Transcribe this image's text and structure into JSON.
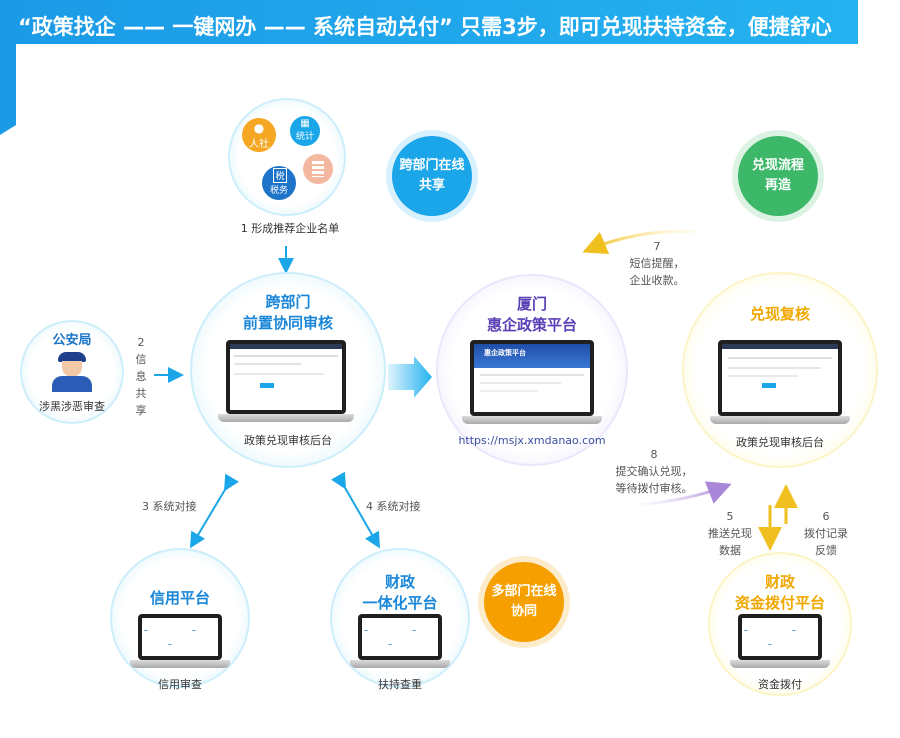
{
  "banner": {
    "title": "“政策找企 —— 一键网办 —— 系统自动兑付” 只需3步，即可兑现扶持资金，便捷舒心"
  },
  "badges": {
    "cross_dept": [
      "跨部门在线",
      "共享"
    ],
    "reengineer": [
      "兑现流程",
      "再造"
    ],
    "multi_dept": [
      "多部门在线",
      "协同"
    ]
  },
  "agencies": {
    "renshe": "人社",
    "tongji": "统计",
    "shuiwu": "税务",
    "shui_glyph": "税"
  },
  "nodes": {
    "police": {
      "title": "公安局",
      "caption": "涉黑涉恶审查"
    },
    "center": {
      "title": [
        "跨部门",
        "前置协同审核"
      ],
      "caption": "政策兑现审核后台"
    },
    "platform": {
      "title": [
        "厦门",
        "惠企政策平台"
      ],
      "url": "https://msjx.xmdanao.com",
      "screen_logo": "惠企政策平台"
    },
    "review": {
      "title": "兑现复核",
      "caption": "政策兑现审核后台"
    },
    "credit": {
      "title": "信用平台",
      "caption": "信用审查"
    },
    "finance": {
      "title": [
        "财政",
        "一体化平台"
      ],
      "caption": "扶持查重"
    },
    "payment": {
      "title": [
        "财政",
        "资金拨付平台"
      ],
      "caption": "资金拨付"
    }
  },
  "steps": {
    "s1": "1  形成推荐企业名单",
    "s2": {
      "num": "2",
      "text": [
        "信",
        "息",
        "共",
        "享"
      ]
    },
    "s3": "3  系统对接",
    "s4": "4  系统对接",
    "s5": {
      "num": "5",
      "text": [
        "推送兑现",
        "数据"
      ]
    },
    "s6": {
      "num": "6",
      "text": [
        "拨付记录",
        "反馈"
      ]
    },
    "s7": {
      "num": "7",
      "text": [
        "短信提醒，",
        "企业收款。"
      ]
    },
    "s8": {
      "num": "8",
      "text": [
        "提交确认兑现，",
        "等待拨付审核。"
      ]
    }
  },
  "colors": {
    "blue": "#1aa6e8",
    "purple": "#5a3fb5",
    "gold": "#f0b400",
    "orange": "#f5a000",
    "green": "#3cb868",
    "banner": "#1e9fe8"
  }
}
